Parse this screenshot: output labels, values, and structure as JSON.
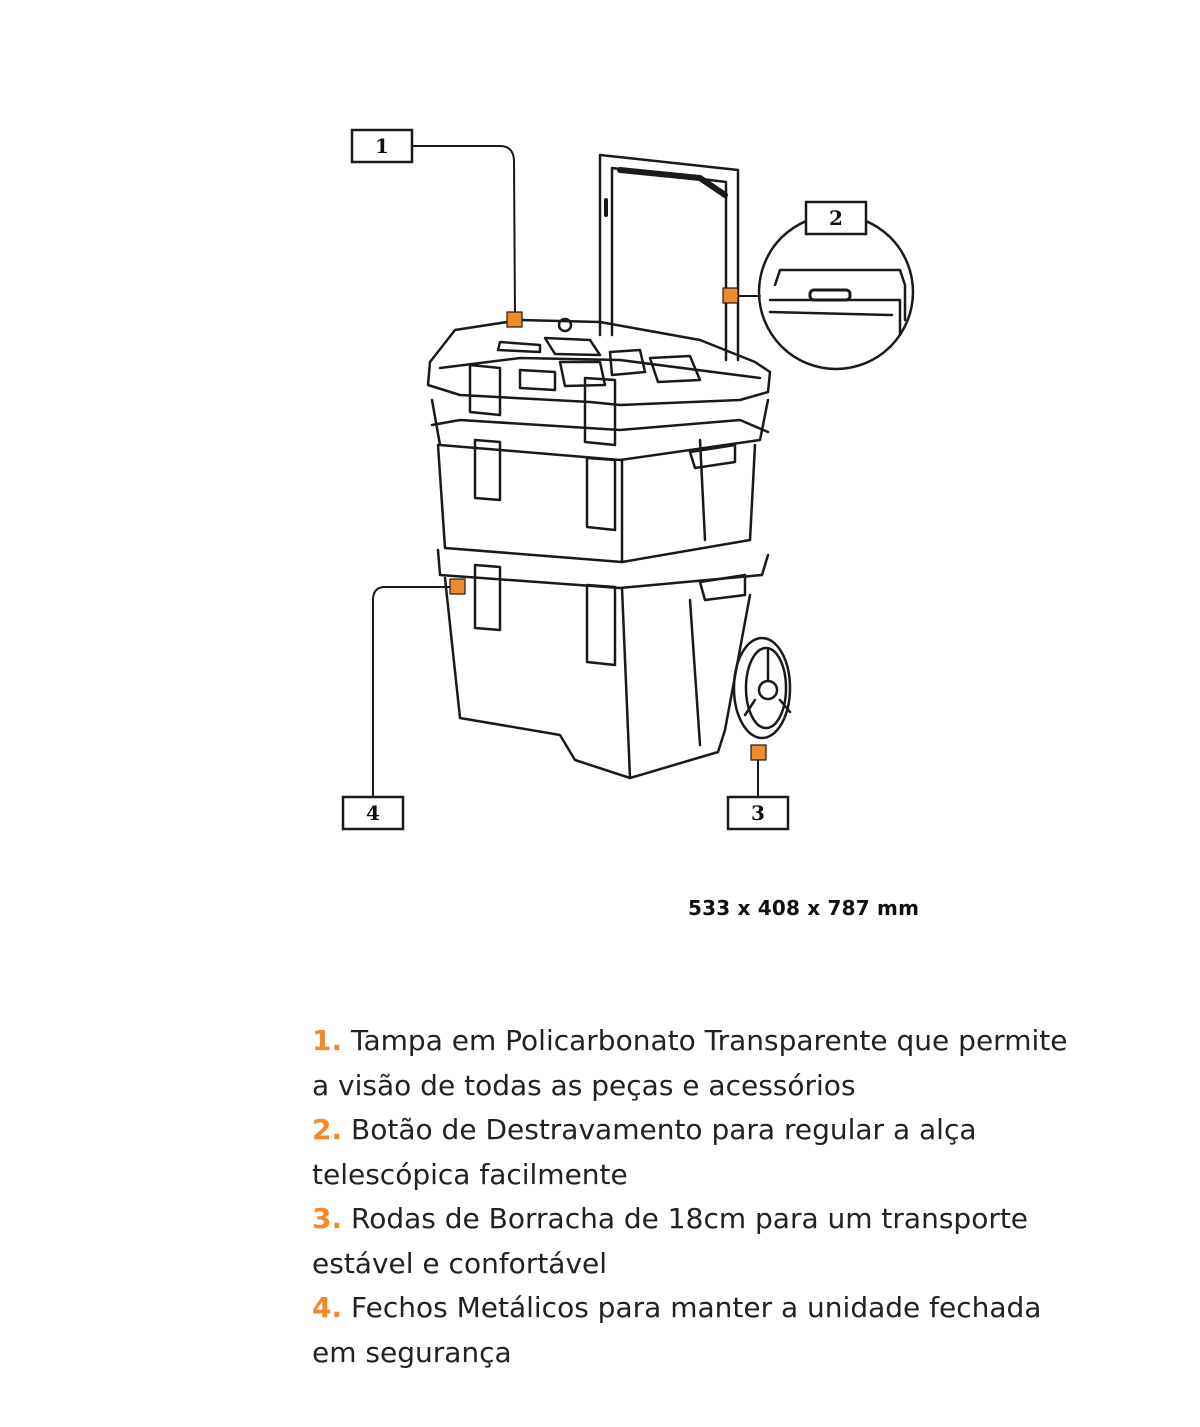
{
  "callouts": [
    {
      "number": "1"
    },
    {
      "number": "2"
    },
    {
      "number": "3"
    },
    {
      "number": "4"
    }
  ],
  "dimensions": "533 x 408 x 787 mm",
  "features": [
    {
      "number": "1.",
      "text": "Tampa em Policarbonato Transparente que permite a visão de todas as peças e acessórios"
    },
    {
      "number": "2.",
      "text": "Botão de Destravamento para regular a alça telescópica facilmente"
    },
    {
      "number": "3.",
      "text": "Rodas de Borracha de 18cm para um transporte estável e confortável"
    },
    {
      "number": "4.",
      "text": "Fechos Metálicos para manter a unidade fechada em segurança"
    }
  ],
  "colors": {
    "accent": "#f08a2c",
    "line": "#1a1a1a"
  }
}
